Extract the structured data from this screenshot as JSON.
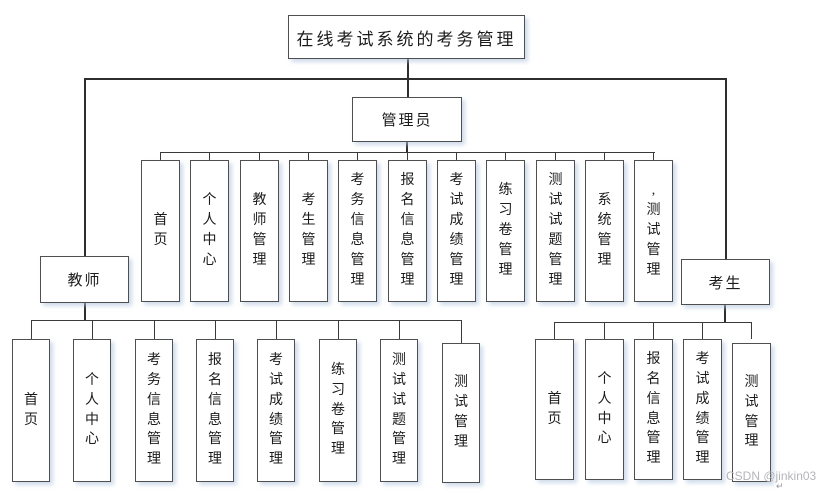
{
  "diagram": {
    "title": "在线考试系统的考务管理",
    "roles": {
      "admin": {
        "label": "管理员",
        "children": [
          "首页",
          "个人中心",
          "教师管理",
          "考生管理",
          "考务信息管理",
          "报名信息管理",
          "考试成绩管理",
          "练习卷管理",
          "测试试题管理",
          "系统管理",
          ",测试管理"
        ]
      },
      "teacher": {
        "label": "教师",
        "children": [
          "首页",
          "个人中心",
          "考务信息管理",
          "报名信息管理",
          "考试成绩管理",
          "练习卷管理",
          "测试试题管理",
          "测试管理"
        ]
      },
      "student": {
        "label": "考生",
        "children": [
          "首页",
          "个人中心",
          "报名信息管理",
          "考试成绩管理",
          "测试管理"
        ]
      }
    }
  },
  "watermark": {
    "text": "CSDN @jinkin03",
    "return_symbol": "↵",
    "color": "#b5b5b9"
  },
  "colors": {
    "background": "#ffffff",
    "box_border": "#4f4f4f",
    "line": "#2e2e2e",
    "shadow": "#b0c4de"
  }
}
